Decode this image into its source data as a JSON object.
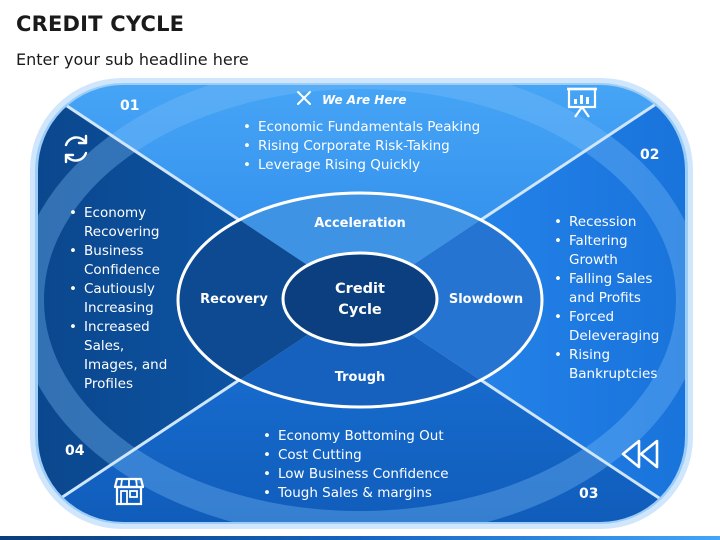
{
  "header": {
    "title": "CREDIT CYCLE",
    "subtitle": "Enter your sub headline here"
  },
  "center": {
    "label_line1": "Credit",
    "label_line2": "Cycle"
  },
  "phases": {
    "top": "Acceleration",
    "right": "Slowdown",
    "bottom": "Trough",
    "left": "Recovery"
  },
  "quadrants": {
    "top": {
      "number": "01",
      "marker_icon": "close-icon",
      "marker_text": "We Are Here",
      "bullets": [
        "Economic Fundamentals Peaking",
        "Rising Corporate Risk-Taking",
        "Leverage Rising Quickly"
      ],
      "icon": "presentation-chart-icon",
      "color": "#2f8ff0"
    },
    "right": {
      "number": "02",
      "bullets": [
        "Recession",
        "Faltering Growth",
        "Falling Sales and Profits",
        "Forced Deleveraging",
        "Rising Bankruptcies"
      ],
      "icon": "rewind-icon",
      "color": "#1d7de6"
    },
    "bottom": {
      "number": "03",
      "bullets": [
        "Economy Bottoming Out",
        "Cost Cutting",
        "Low Business Confidence",
        "Tough Sales & margins"
      ],
      "icon": "store-icon",
      "color": "#1464c8"
    },
    "left": {
      "number": "04",
      "bullets": [
        "Economy Recovering",
        "Business Confidence",
        "Cautiously Increasing",
        "Increased Sales, Images, and Profiles"
      ],
      "icon": "refresh-icon",
      "color": "#0b4f9e"
    }
  },
  "colors": {
    "frame_light": "#b9dcfb",
    "frame_mid": "#8cc4f5",
    "ring": "#5aa8f0",
    "center_fill": "#0b3f7f",
    "bottom_accent": "#1565c0"
  }
}
